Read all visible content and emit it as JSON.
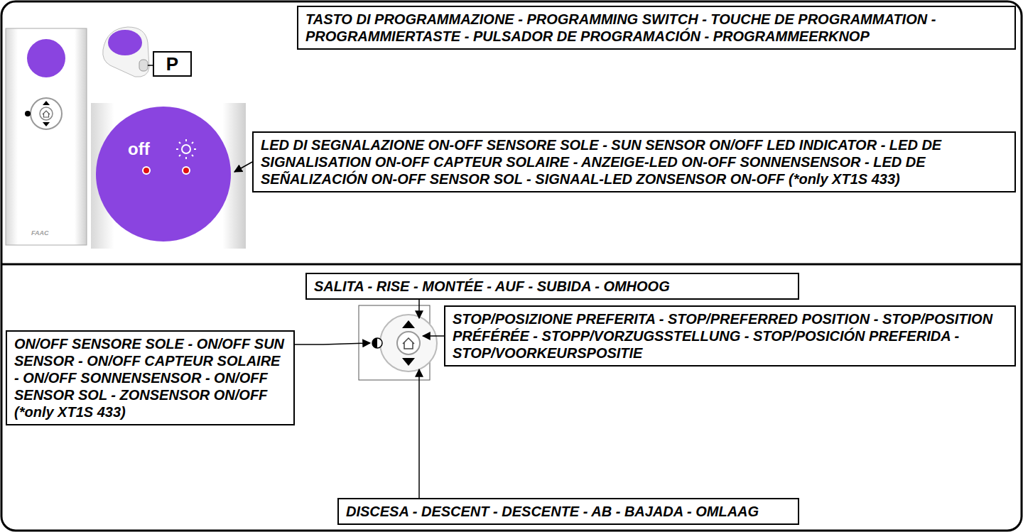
{
  "diagram": {
    "nodes": [
      {
        "text": [
          "TASTO DI PROGRAMMAZIONE - PROGRAMMING SWITCH - TOUCHE DE PROGRAMMATION - PROGRAMMIERTASTE - PULSADOR DE PROGRAMACIÓN - PROGRAMMEERKNOP"
        ]
      },
      {
        "text": [
          "P"
        ]
      },
      {
        "text": [
          "LED DI SEGNALAZIONE ON-OFF SENSORE SOLE - SUN SENSOR ON/OFF LED INDICATOR - LED DE SIGNALISATION ON-OFF CAPTEUR SOLAIRE - ANZEIGE-LED ON-OFF SONNENSENSOR - LED DE SEÑALIZACIÓN ON-OFF SENSOR SOL - SIGNAAL-LED ZONSENSOR ON-OFF (*only XT1S 433)"
        ]
      },
      {
        "text": [
          "SALITA - RISE - MONTÉE - AUF - SUBIDA - OMHOOG"
        ]
      },
      {
        "text": [
          "ON/OFF SENSORE SOLE - ON/OFF SUN SENSOR - ON/OFF CAPTEUR SOLAIRE - ON/OFF SONNENSENSOR - ON/OFF SENSOR SOL - ZONSENSOR ON/OFF (*only XT1S 433)"
        ]
      },
      {
        "text": [
          "STOP/POSIZIONE PREFERITA - STOP/PREFERRED POSITION - STOP/POSITION PRÉFÉRÉE - STOPP/VORZUGSSTELLUNG - STOP/POSICIÓN PREFERIDA - STOP/VOORKEURSPOSITIE"
        ]
      },
      {
        "text": [
          "DISCESA - DESCENT - DESCENTE - AB - BAJADA - OMLAAG"
        ]
      }
    ],
    "labels": [
      "off",
      "FAAC"
    ]
  }
}
